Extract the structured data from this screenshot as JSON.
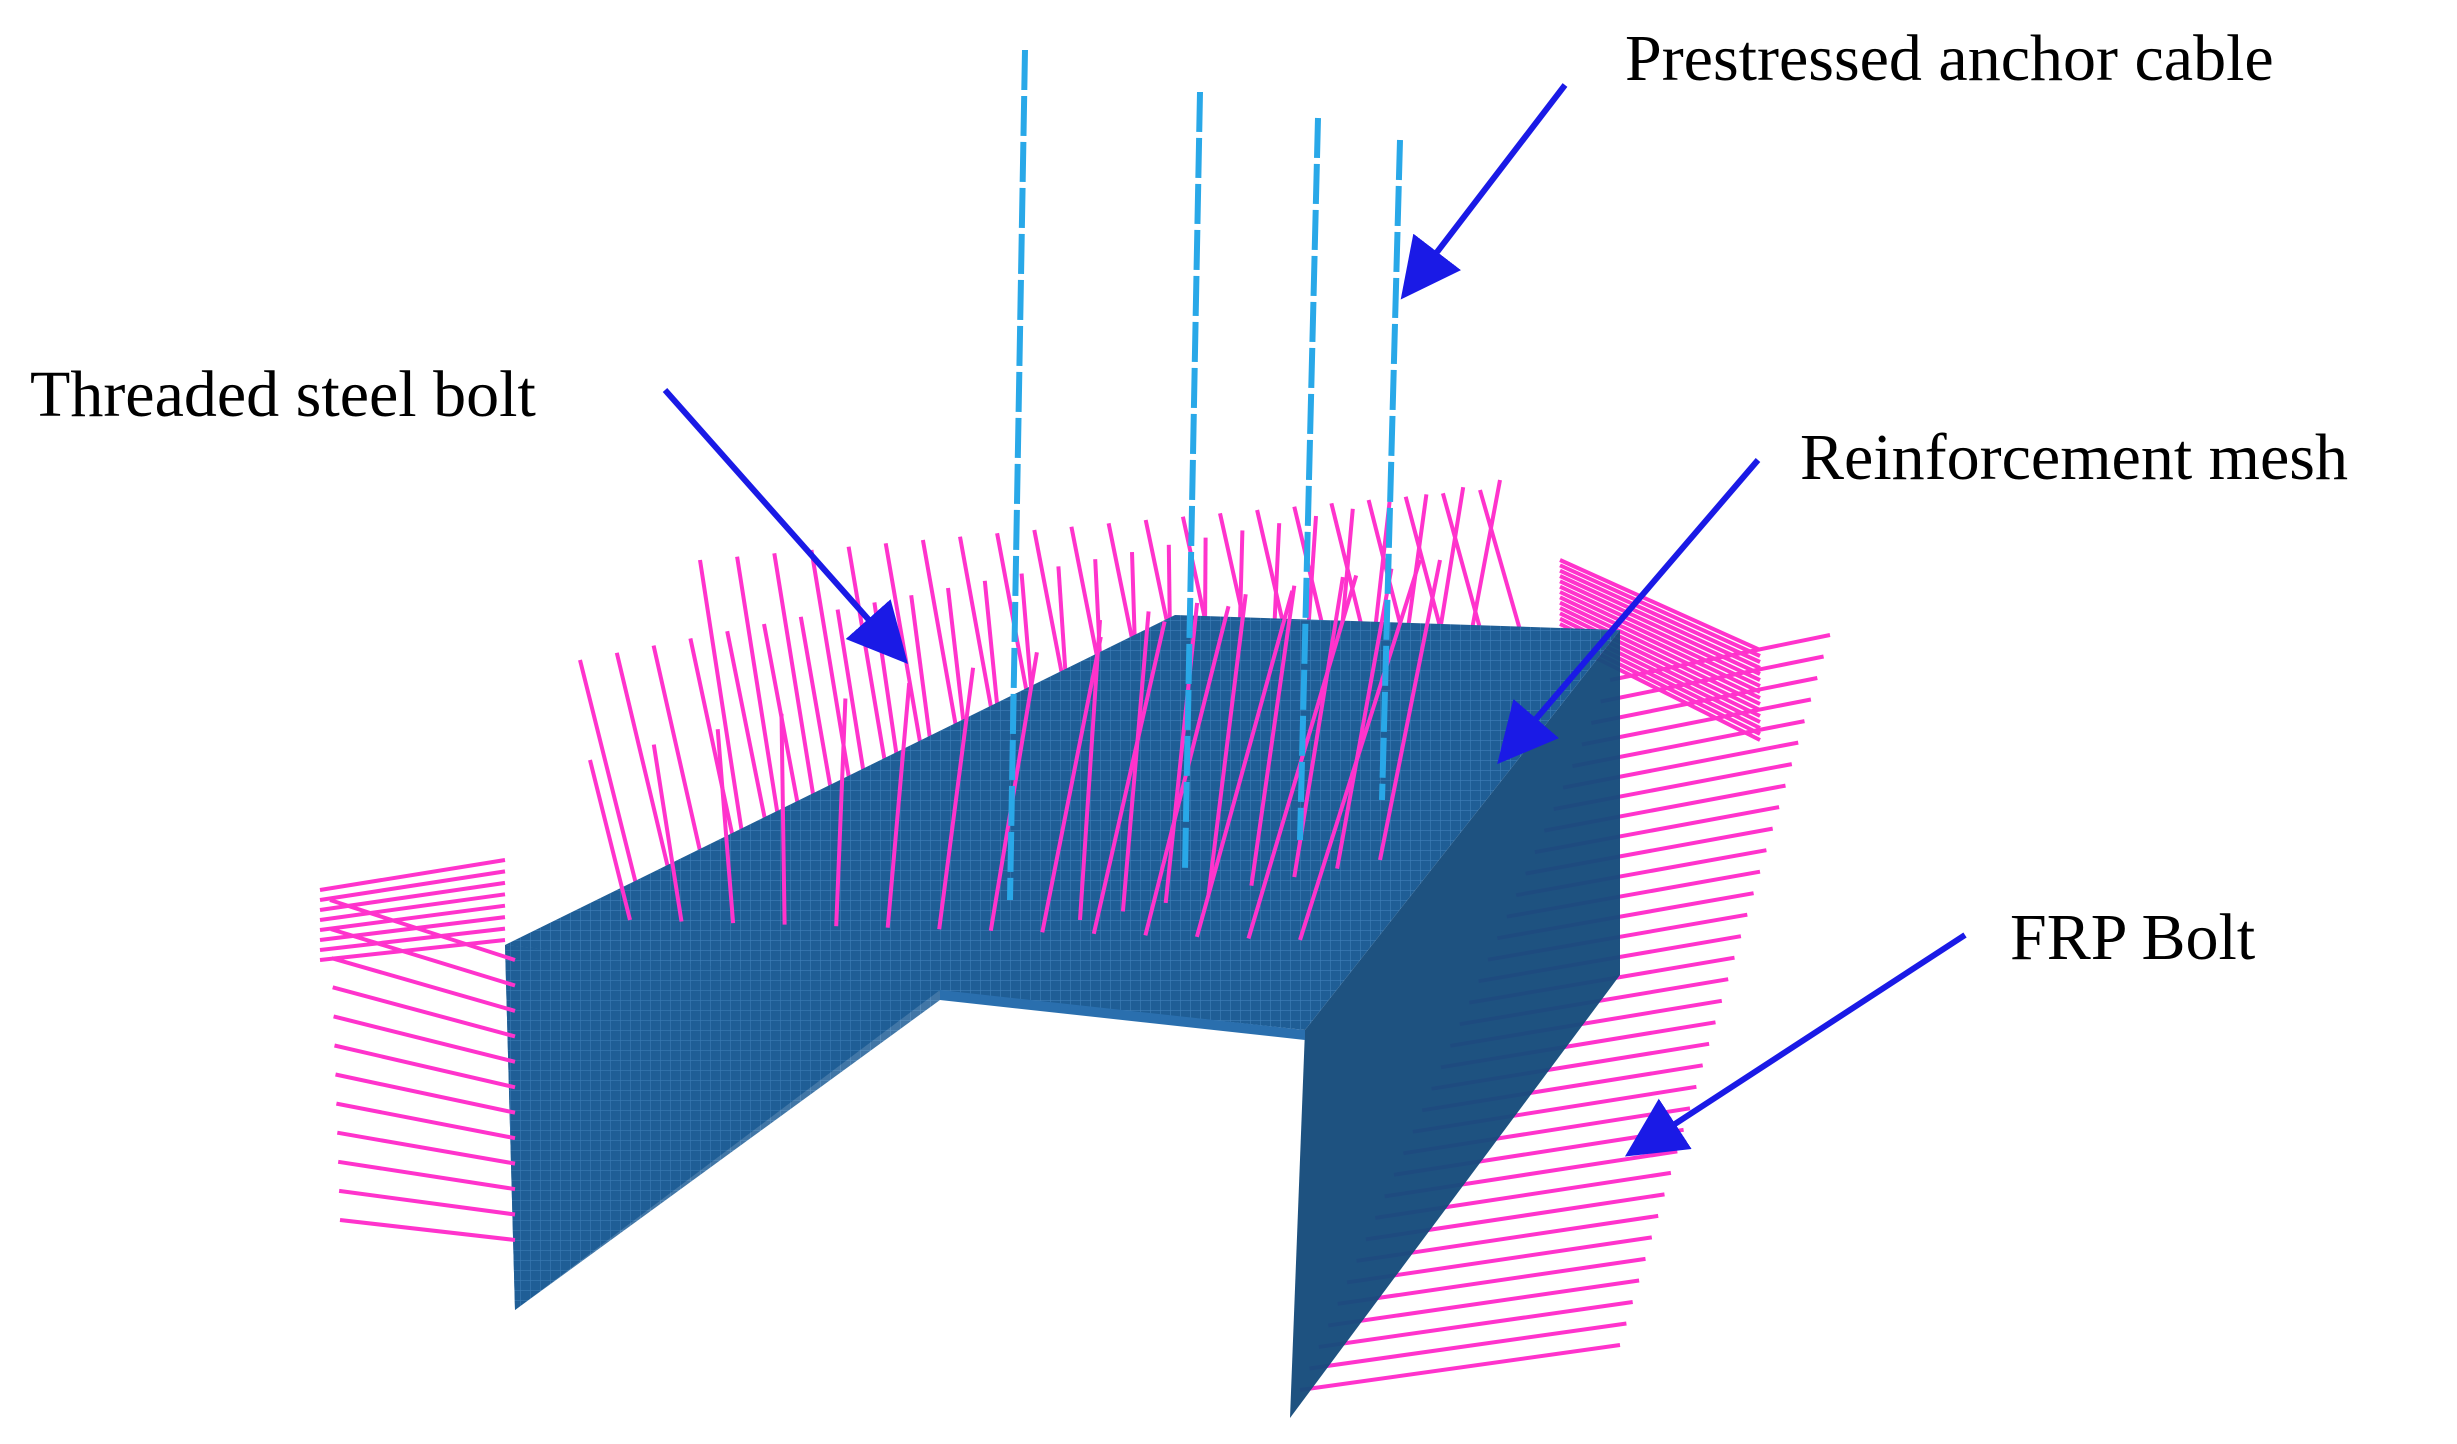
{
  "labels": {
    "cable": "Prestressed anchor cable",
    "bolt": "Threaded steel bolt",
    "mesh": "Reinforcement mesh",
    "frp": "FRP Bolt"
  },
  "colors": {
    "mesh_fill": "#1f5e96",
    "mesh_grid": "#3f7fb8",
    "mesh_dark": "#174c7c",
    "steel_bolt": "#ff33cc",
    "frp_bolt": "#ff33cc",
    "anchor_cable": "#29a8e8",
    "arrow": "#1a1ae6",
    "text": "#000000"
  }
}
